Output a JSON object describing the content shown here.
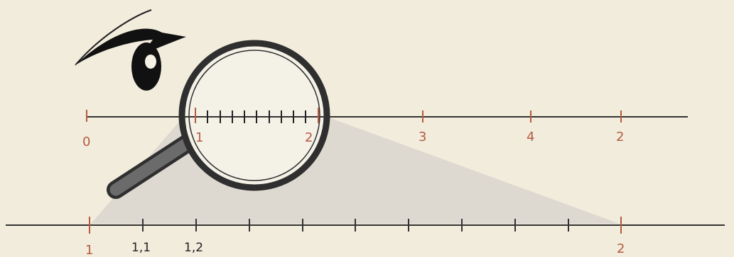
{
  "upper_scale": {
    "labels": [
      "0",
      "1",
      "2",
      "3",
      "4",
      "2"
    ]
  },
  "lower_scale": {
    "labels": [
      "1",
      "1,1",
      "1,2",
      "2"
    ]
  },
  "colors": {
    "background": "#f1ecdc",
    "number_line": "#333333",
    "red_numbers": "#b85a40",
    "shadow": "#d9d6cf",
    "magnifier_rim": "#2f2f2f",
    "magnifier_handle": "#6b6b6b"
  },
  "icons": {
    "eye": "eye-icon",
    "magnifier": "magnifying-glass-icon"
  }
}
